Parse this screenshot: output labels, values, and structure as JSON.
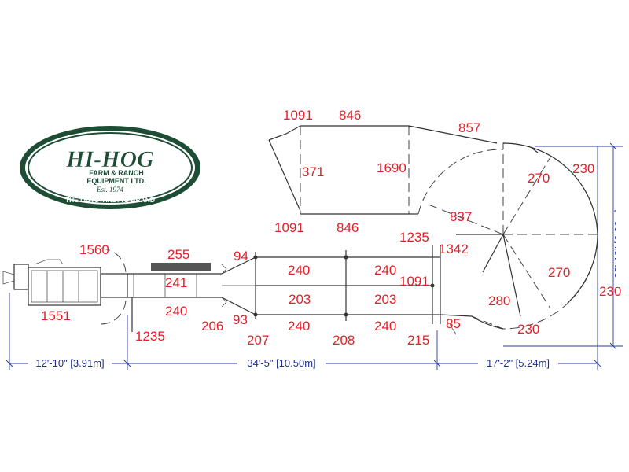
{
  "logo": {
    "brand": "HI-HOG",
    "line1": "FARM & RANCH",
    "line2": "EQUIPMENT LTD.",
    "est": "Est. 1974",
    "tagline": "THE OUTSTANDING BRAND",
    "colors": {
      "green": "#1e4d36",
      "cream": "#ffffff"
    }
  },
  "part_labels": [
    "1091",
    "846",
    "857",
    "371",
    "1690",
    "230",
    "270",
    "22'-10\" [6.96m]",
    "1091",
    "846",
    "837",
    "1235",
    "1342",
    "1560",
    "255",
    "94",
    "241",
    "240",
    "240",
    "1091",
    "270",
    "230",
    "203",
    "203",
    "280",
    "1551",
    "240",
    "206",
    "93",
    "240",
    "240",
    "85",
    "230",
    "1235",
    "207",
    "208",
    "215"
  ],
  "dimensions": {
    "left": "12'-10\" [3.91m]",
    "middle": "34'-5\" [10.50m]",
    "right": "17'-2\" [5.24m]"
  },
  "colors": {
    "labels": "#e3202a",
    "dimensions": "#1f2f8f",
    "lines": "#333333"
  }
}
